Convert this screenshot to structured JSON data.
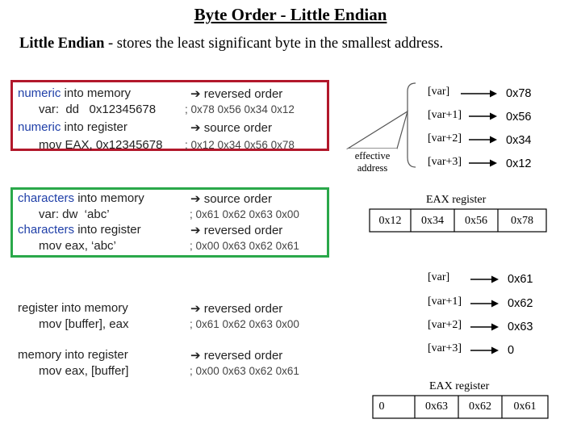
{
  "title": "Byte Order - Little Endian",
  "subtitle": {
    "bold": "Little Endian",
    "rest": " - stores the least significant byte in the smallest address."
  },
  "block1": {
    "l1_code_a": "numeric",
    "l1_code_b": " into memory",
    "l1_arrow": "➔ reversed order",
    "l2_code": "var:  dd   0x12345678",
    "l2_comment": "; 0x78 0x56 0x34 0x12",
    "l3_code_a": "numeric",
    "l3_code_b": " into register",
    "l3_arrow": "➔ source order",
    "l4_code": "mov EAX, 0x12345678",
    "l4_comment": "; 0x12 0x34 0x56 0x78"
  },
  "block2": {
    "l1_code_a": "characters",
    "l1_code_b": " into memory",
    "l1_arrow": "➔ source order",
    "l2_code": "var: dw  ‘abc’",
    "l2_comment": "; 0x61 0x62 0x63 0x00",
    "l3_code_a": "characters",
    "l3_code_b": " into register",
    "l3_arrow": "➔ reversed order",
    "l4_code": "mov eax, ‘abc’",
    "l4_comment": "; 0x00 0x63 0x62 0x61"
  },
  "block3": {
    "l1_code": "register into memory",
    "l1_arrow": "➔ reversed order",
    "l2_code": "mov [buffer], eax",
    "l2_comment": "; 0x61 0x62 0x63 0x00",
    "l3_code": "memory into register",
    "l3_arrow": "➔ reversed order",
    "l4_code": "mov eax, [buffer]",
    "l4_comment": "; 0x00 0x63 0x62 0x61"
  },
  "callout": "effective\naddress",
  "memory_top": [
    {
      "addr": "[var]",
      "value": "0x78"
    },
    {
      "addr": "[var+1]",
      "value": "0x56"
    },
    {
      "addr": "[var+2]",
      "value": "0x34"
    },
    {
      "addr": "[var+3]",
      "value": "0x12"
    }
  ],
  "eax_top": {
    "label": "EAX register",
    "bytes": [
      "0x12",
      "0x34",
      "0x56",
      "0x78"
    ]
  },
  "memory_bottom": [
    {
      "addr": "[var]",
      "value": "0x61"
    },
    {
      "addr": "[var+1]",
      "value": "0x62"
    },
    {
      "addr": "[var+2]",
      "value": "0x63"
    },
    {
      "addr": "[var+3]",
      "value": "0"
    }
  ],
  "eax_bottom": {
    "label": "EAX register",
    "bytes": [
      "0",
      "0x63",
      "0x62",
      "0x61"
    ]
  }
}
